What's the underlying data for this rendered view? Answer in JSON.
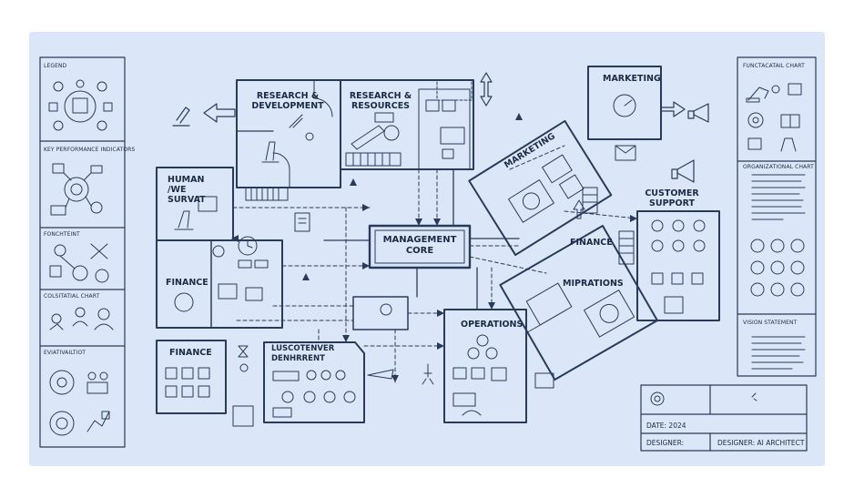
{
  "colors": {
    "paper": "#dbe7f8",
    "ink": "#1c2a45",
    "line": "#2a3a5c"
  },
  "left_panel": {
    "legend": "LEGEND",
    "kpi": "KEY PERFORMANCE INDICATORS",
    "foundation": "FONCHTEINT",
    "org_chart": "COLSITATIAL CHART",
    "evolution": "EVIATIVAILTIOT"
  },
  "right_panel": {
    "top": "FUNCTACATAIL CHART",
    "org_chart": "ORGANIZATIONAL CHART",
    "vision": "VISION STATEMENT"
  },
  "rooms": {
    "research_development": "RESEARCH & DEVELOPMENT",
    "research_resources": "RESEARCH & RESOURCES",
    "marketing_top": "MARKETING",
    "marketing_mid": "MARKETING",
    "human_support": "HUMAN /WE SURVAT",
    "finance_left": "FINANCE",
    "finance_lower": "FINANCE",
    "customer_support": "CUSTOMER SUPPORT",
    "finance_right": "FINANCE",
    "migrations": "MIPRATIONS",
    "operations": "OPERATIONS",
    "customer_dept": "LUSCOTENVER DENHRRENT",
    "management_core": "MANAGEMENT CORE"
  },
  "title_block": {
    "date": "DATE: 2024",
    "designer_label": "DESIGNER:",
    "designer_value": "DESIGNER: AI ARCHITECT"
  }
}
